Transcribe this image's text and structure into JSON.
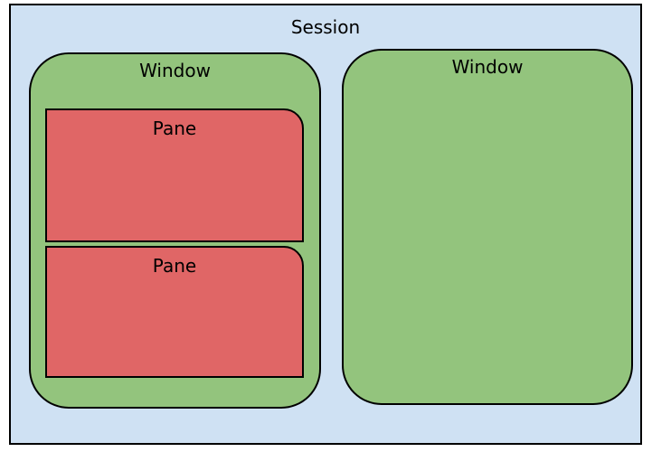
{
  "session": {
    "label": "Session",
    "windows": [
      {
        "label": "Window",
        "panes": [
          {
            "label": "Pane"
          },
          {
            "label": "Pane"
          }
        ]
      },
      {
        "label": "Window",
        "panes": []
      }
    ]
  },
  "colors": {
    "session_fill": "#cfe1f3",
    "window_fill": "#93c47d",
    "pane_fill": "#e06666",
    "outline": "#000000"
  }
}
